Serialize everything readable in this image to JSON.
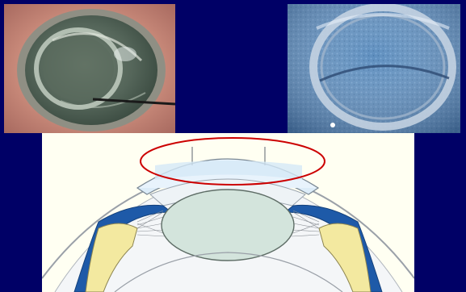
{
  "slide": {
    "background": "#000066"
  },
  "photos": {
    "left": {
      "icon": "surgical-eye-photo"
    },
    "right": {
      "icon": "lens-implant-photo"
    }
  },
  "diagram": {
    "icon": "eye-cross-section-diagram",
    "highlight_color": "#cc0000",
    "colors": {
      "cornea": "#dcecf8",
      "lens": "#d3e4dc",
      "iris": "#1e5aa8",
      "ciliary": "#f3e9a0"
    }
  }
}
